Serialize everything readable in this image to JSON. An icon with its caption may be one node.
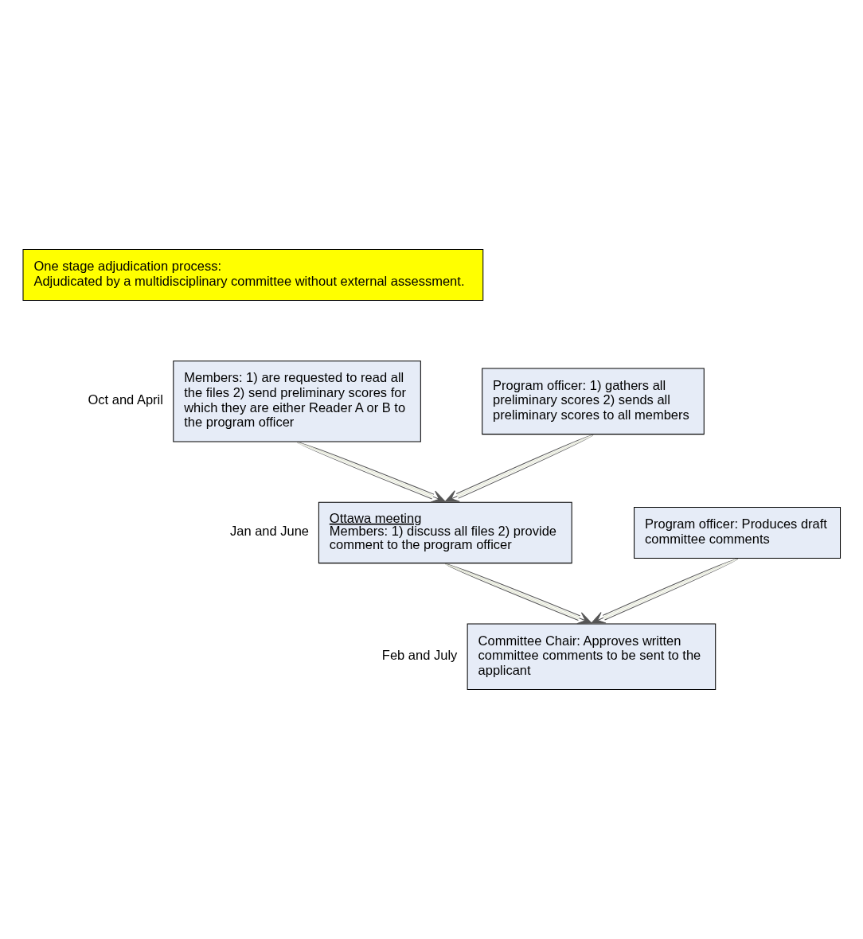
{
  "diagram": {
    "nodes": [
      {
        "text": [
          "One stage adjudication process:",
          "Adjudicated by a multidisciplinary committee without external assessment."
        ]
      },
      {
        "text": [
          "Members: 1) are requested to read all the files 2) send preliminary scores for which they are either Reader A or B to the program officer"
        ],
        "beside": [
          "Oct and April"
        ]
      },
      {
        "text": [
          "Program officer: 1) gathers all preliminary scores 2) sends all preliminary scores to all members"
        ]
      },
      {
        "text": [
          "Ottawa meeting",
          "Members: 1) discuss all files 2) provide comment to the program officer"
        ],
        "beside": [
          "Jan and June"
        ]
      },
      {
        "text": [
          "Program officer: Produces draft committee comments"
        ]
      },
      {
        "text": [
          "Committee Chair: Approves written committee comments to be sent to the applicant"
        ],
        "beside": [
          "Feb and July"
        ]
      }
    ],
    "edges": [
      {
        "from": 1,
        "to": 3,
        "arrow": "to"
      },
      {
        "from": 2,
        "to": 3,
        "arrow": "to"
      },
      {
        "from": 3,
        "to": 5,
        "arrow": "to"
      },
      {
        "from": 4,
        "to": 5,
        "arrow": "to"
      }
    ]
  }
}
